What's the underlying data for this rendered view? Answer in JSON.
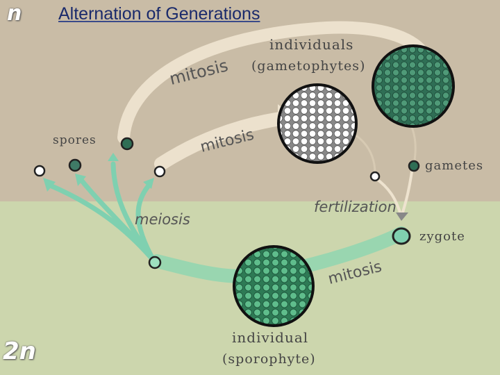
{
  "title": "Alternation of Generations",
  "ploidy": {
    "haploid": "n",
    "diploid": "2n"
  },
  "labels": {
    "individuals": "individuals",
    "gametophytes": "(gametophytes)",
    "mitosis_top": "mitosis",
    "mitosis_middle": "mitosis",
    "mitosis_bottom": "mitosis",
    "spores": "spores",
    "gametes": "gametes",
    "fertilization": "fertilization",
    "zygote": "zygote",
    "meiosis": "meiosis",
    "individual": "individual",
    "sporophyte": "(sporophyte)"
  },
  "colors": {
    "haploid_band": "#c9bca6",
    "diploid_band": "#ccd6ad",
    "dark_green": "#2f6e55",
    "mint_green": "#6ec9a0",
    "cream_arrow": "#eee3cf",
    "title_blue": "#1a2a6b"
  }
}
